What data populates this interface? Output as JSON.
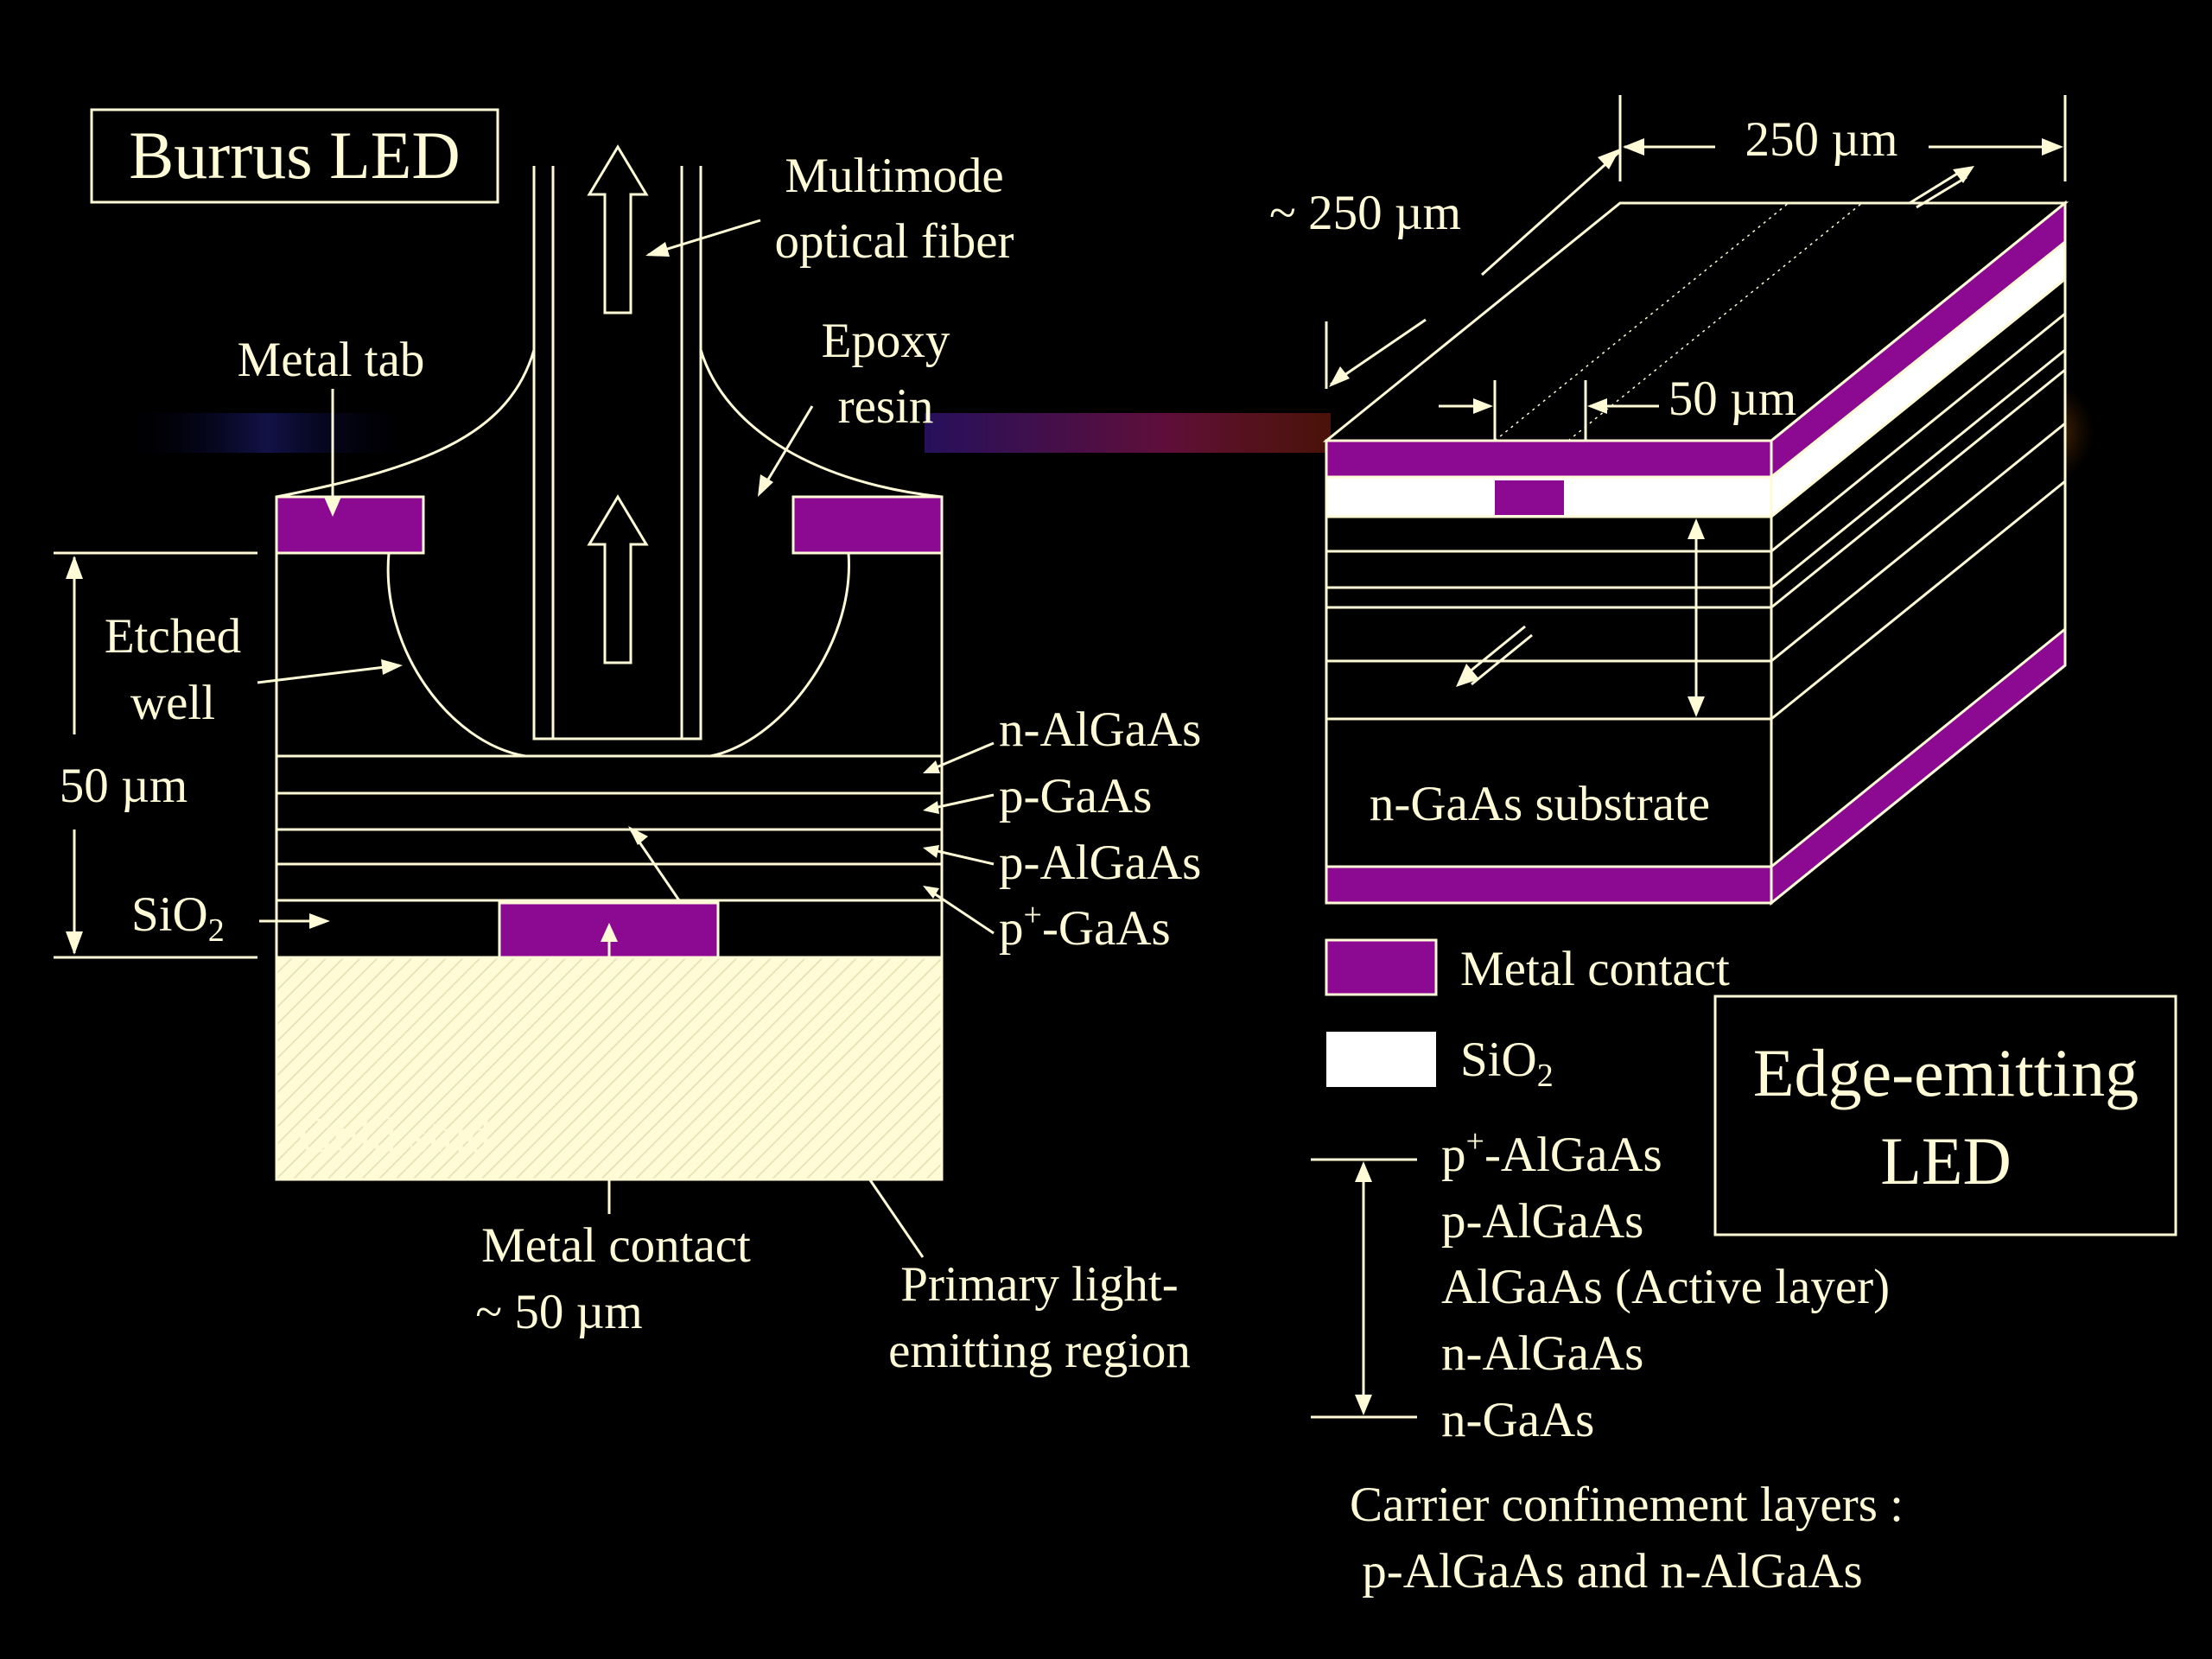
{
  "colors": {
    "background": "#000000",
    "line": "#FFFBD6",
    "metal_contact": "#8C0A91",
    "sio2": "#FFFFFF",
    "gold_stud": "#FFFBD6"
  },
  "burrus": {
    "title": "Burrus LED",
    "fiber_label_line1": "Multimode",
    "fiber_label_line2": "optical fiber",
    "epoxy_line1": "Epoxy",
    "epoxy_line2": "resin",
    "metal_tab": "Metal tab",
    "etched_line1": "Etched",
    "etched_line2": "well",
    "thickness": "50 µm",
    "sio2": "SiO",
    "sio2_sub": "2",
    "layers": {
      "n_algaas": "n-AlGaAs",
      "p_gaas": "p-GaAs",
      "p_algaas": "p-AlGaAs",
      "p_plus_gaas_prefix": "p",
      "p_plus_gaas_sup": "+",
      "p_plus_gaas_suffix": "-GaAs"
    },
    "gold_stud": "Gold stud",
    "metal_contact_line1": "Metal contact",
    "metal_contact_line2": "~ 50 µm",
    "primary_line1": "Primary light-",
    "primary_line2": "emitting region"
  },
  "edge": {
    "width_label": "250 µm",
    "depth_label": "~ 250 µm",
    "stripe_label": "50 µm",
    "substrate": "n-GaAs substrate",
    "title_line1": "Edge-emitting",
    "title_line2": "LED"
  },
  "legend": {
    "metal_contact": "Metal contact",
    "sio2": "SiO",
    "sio2_sub": "2",
    "layers": [
      {
        "prefix": "p",
        "sup": "+",
        "suffix": "-AlGaAs"
      },
      {
        "prefix": "p-AlGaAs",
        "sup": "",
        "suffix": ""
      },
      {
        "prefix": "AlGaAs (Active layer)",
        "sup": "",
        "suffix": ""
      },
      {
        "prefix": "n-AlGaAs",
        "sup": "",
        "suffix": ""
      },
      {
        "prefix": "n-GaAs",
        "sup": "",
        "suffix": ""
      }
    ],
    "carrier_line1": "Carrier confinement layers :",
    "carrier_line2": " p-AlGaAs and n-AlGaAs"
  }
}
